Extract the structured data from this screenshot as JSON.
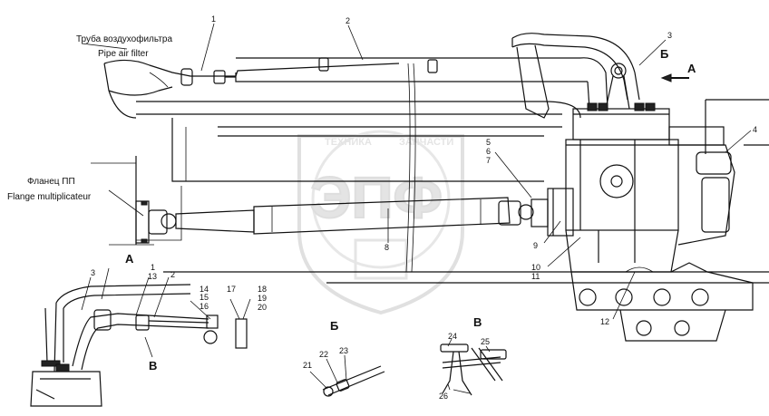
{
  "notes": {
    "pipe_ru": "Труба воздухофильтра",
    "pipe_en": "Pipe air filter",
    "flange_ru": "Фланец ПП",
    "flange_en": "Flange multiplicateur"
  },
  "views": {
    "a": "А",
    "b": "Б",
    "v": "В"
  },
  "callouts": {
    "n1": "1",
    "n2": "2",
    "n3": "3",
    "n4": "4",
    "n5": "5",
    "n6": "6",
    "n7": "7",
    "n8": "8",
    "n9": "9",
    "n10": "10",
    "n11": "11",
    "n12": "12",
    "a1": "1",
    "a13": "13",
    "a2": "2",
    "a3": "3",
    "n14": "14",
    "n15": "15",
    "n16": "16",
    "n17": "17",
    "n18": "18",
    "n19": "19",
    "n20": "20",
    "n21": "21",
    "n22": "22",
    "n23": "23",
    "n24": "24",
    "n25": "25",
    "n26": "26"
  },
  "watermark": {
    "top": "ТЕХНИКА",
    "top2": "ЗАПЧАСТИ",
    "big": "ЭПФ"
  }
}
